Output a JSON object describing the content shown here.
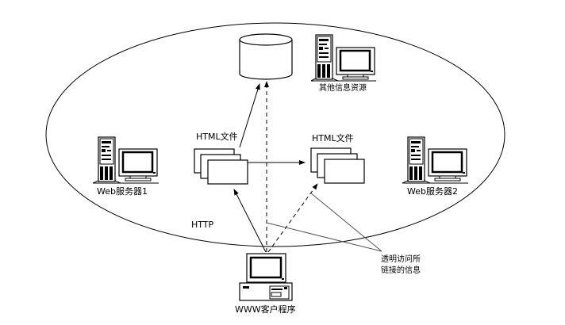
{
  "diagram": {
    "nodes": {
      "database": {
        "label": ""
      },
      "other_resources": {
        "label": "其他信息资源"
      },
      "web_server_1": {
        "label": "Web服务器1"
      },
      "web_server_2": {
        "label": "Web服务器2"
      },
      "html_files_left": {
        "label": "HTML文件"
      },
      "html_files_right": {
        "label": "HTML文件"
      },
      "client": {
        "label": "WWW客户程序"
      }
    },
    "annotations": {
      "protocol": "HTTP",
      "callout_line1": "透明访问所",
      "callout_line2": "链接的信息"
    },
    "edges": [
      {
        "from": "html_files_left",
        "to": "database",
        "style": "solid"
      },
      {
        "from": "client",
        "to": "database",
        "style": "dashed"
      },
      {
        "from": "html_files_left",
        "to": "html_files_right",
        "style": "solid"
      },
      {
        "from": "client",
        "to": "html_files_left",
        "style": "solid"
      },
      {
        "from": "client",
        "to": "html_files_right",
        "style": "dashed"
      }
    ],
    "colors": {
      "line": "#000000",
      "callout": "#555555",
      "background": "#ffffff"
    }
  }
}
